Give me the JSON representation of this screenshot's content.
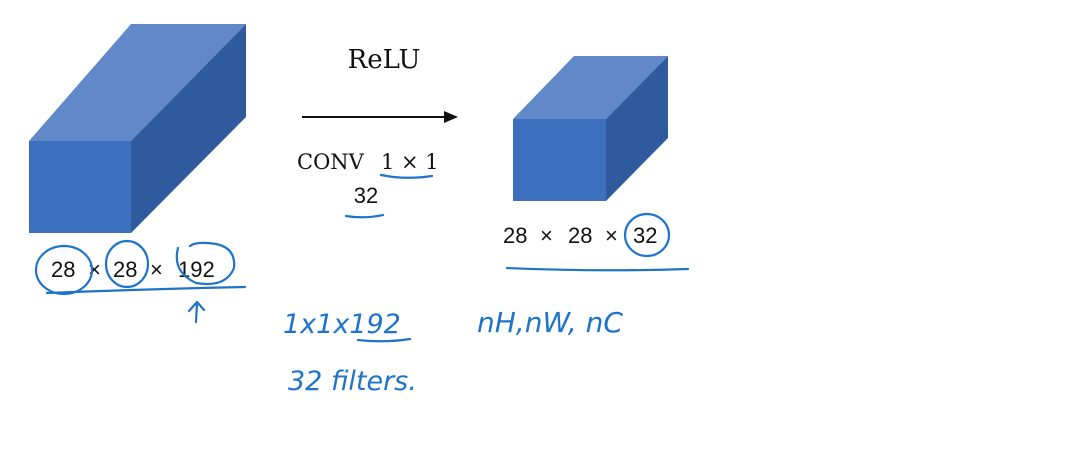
{
  "colors": {
    "cube_front": "#3d6fbf",
    "cube_top": "#6189c9",
    "cube_side": "#2f5a9d",
    "ink": "#1f73c9",
    "text": "#111111"
  },
  "operation": {
    "activation": "ReLU",
    "conv_label": "CONV",
    "filter_size": "1 × 1",
    "num_filters": "32"
  },
  "input_volume": {
    "height": "28",
    "width": "28",
    "channels": "192",
    "separator": "×"
  },
  "output_volume": {
    "height": "28",
    "width": "28",
    "channels": "32",
    "separator": "×"
  },
  "annotations": {
    "filter_shape": "1x1x192",
    "filter_count": "32 filters.",
    "dims_notation": "nH,nW, nC"
  }
}
